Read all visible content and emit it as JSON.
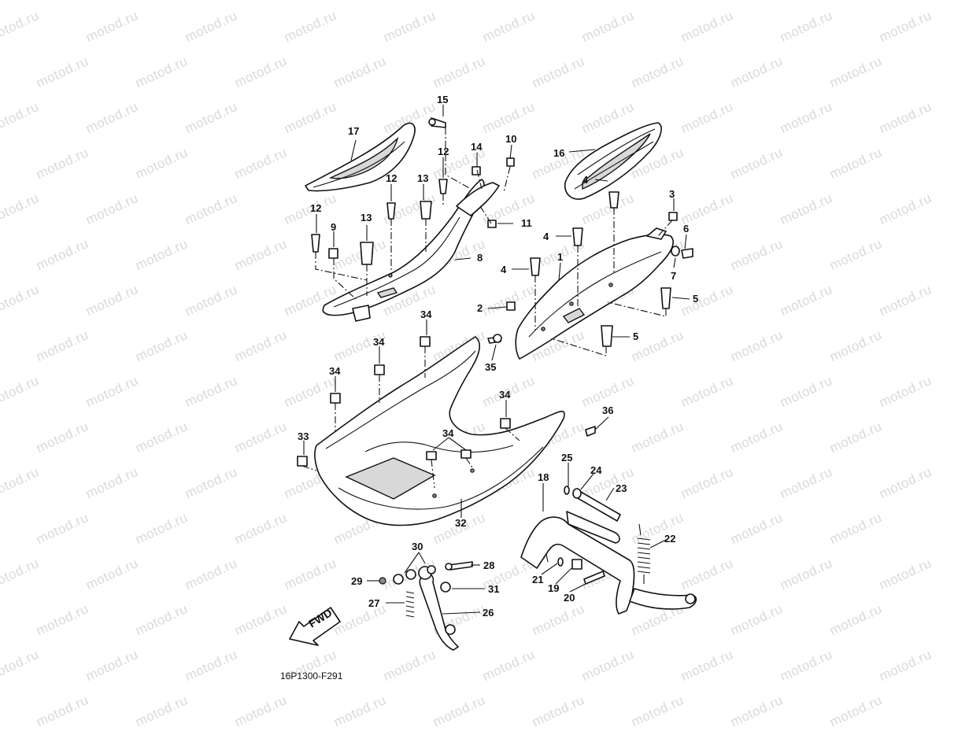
{
  "watermark": "motod.ru",
  "diagram_code": "16P1300-F291",
  "direction_label": "FWD",
  "callouts": [
    {
      "id": "c15",
      "text": "15"
    },
    {
      "id": "c17",
      "text": "17"
    },
    {
      "id": "c14",
      "text": "14"
    },
    {
      "id": "c10",
      "text": "10"
    },
    {
      "id": "c12a",
      "text": "12"
    },
    {
      "id": "c12b",
      "text": "12"
    },
    {
      "id": "c12c",
      "text": "12"
    },
    {
      "id": "c13a",
      "text": "13"
    },
    {
      "id": "c13b",
      "text": "13"
    },
    {
      "id": "c9",
      "text": "9"
    },
    {
      "id": "c11",
      "text": "11"
    },
    {
      "id": "c8",
      "text": "8"
    },
    {
      "id": "c16",
      "text": "16"
    },
    {
      "id": "c3",
      "text": "3"
    },
    {
      "id": "c4a",
      "text": "4"
    },
    {
      "id": "c4b",
      "text": "4"
    },
    {
      "id": "c4c",
      "text": "4"
    },
    {
      "id": "c6",
      "text": "6"
    },
    {
      "id": "c1",
      "text": "1"
    },
    {
      "id": "c7",
      "text": "7"
    },
    {
      "id": "c5a",
      "text": "5"
    },
    {
      "id": "c5b",
      "text": "5"
    },
    {
      "id": "c2",
      "text": "2"
    },
    {
      "id": "c34a",
      "text": "34"
    },
    {
      "id": "c34b",
      "text": "34"
    },
    {
      "id": "c34c",
      "text": "34"
    },
    {
      "id": "c34d",
      "text": "34"
    },
    {
      "id": "c34e",
      "text": "34"
    },
    {
      "id": "c35",
      "text": "35"
    },
    {
      "id": "c36",
      "text": "36"
    },
    {
      "id": "c33",
      "text": "33"
    },
    {
      "id": "c32",
      "text": "32"
    },
    {
      "id": "c25",
      "text": "25"
    },
    {
      "id": "c24",
      "text": "24"
    },
    {
      "id": "c23",
      "text": "23"
    },
    {
      "id": "c18",
      "text": "18"
    },
    {
      "id": "c22",
      "text": "22"
    },
    {
      "id": "c30",
      "text": "30"
    },
    {
      "id": "c28",
      "text": "28"
    },
    {
      "id": "c29",
      "text": "29"
    },
    {
      "id": "c31",
      "text": "31"
    },
    {
      "id": "c27",
      "text": "27"
    },
    {
      "id": "c26",
      "text": "26"
    },
    {
      "id": "c21",
      "text": "21"
    },
    {
      "id": "c19",
      "text": "19"
    },
    {
      "id": "c20",
      "text": "20"
    }
  ]
}
